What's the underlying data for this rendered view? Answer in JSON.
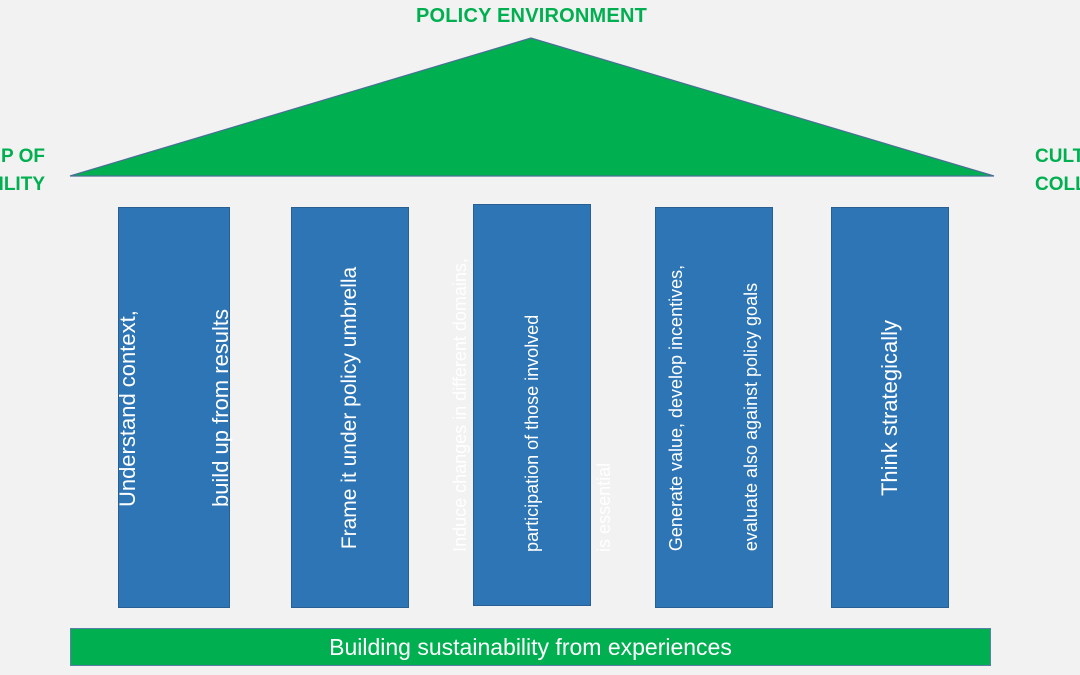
{
  "roof": {
    "title": "POLICY ENVIRONMENT",
    "left_label_lines": [
      "P OF",
      "ILITY"
    ],
    "right_label_lines": [
      "CULT",
      "COLL"
    ],
    "color": "#00b050"
  },
  "pillars": [
    {
      "lines": [
        "Understand context,",
        "build up from results"
      ]
    },
    {
      "lines": [
        "Frame it under policy umbrella"
      ]
    },
    {
      "lines": [
        "Induce changes in different domains,",
        "participation of those involved",
        "is essential"
      ]
    },
    {
      "lines": [
        "Generate value, develop incentives,",
        "evaluate also against policy goals"
      ]
    },
    {
      "lines": [
        "Think strategically"
      ]
    }
  ],
  "pillar_color": "#2e75b6",
  "foundation": {
    "label": "Building sustainability from experiences",
    "color": "#00b050"
  }
}
